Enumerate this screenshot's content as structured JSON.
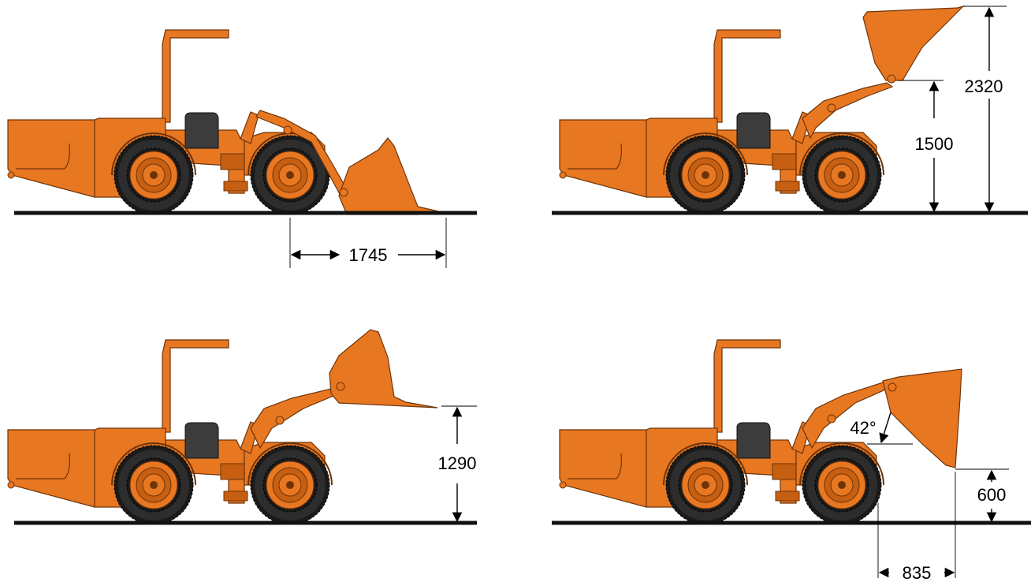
{
  "colors": {
    "body": "#e87722",
    "body_dark": "#c65f12",
    "body_light": "#f39a4c",
    "outline": "#6e3408",
    "tire": "#2d2d2d",
    "tire_tread": "#1a1a1a",
    "seat": "#3c3c3c",
    "ground": "#111111"
  },
  "panels": [
    {
      "id": "reach",
      "bucket_pose": "down",
      "dims": {
        "reach": "1745"
      }
    },
    {
      "id": "max-lift",
      "bucket_pose": "high",
      "dims": {
        "hinge_height": "1500",
        "max_height": "2320"
      }
    },
    {
      "id": "carry",
      "bucket_pose": "mid",
      "dims": {
        "bucket_height": "1290"
      }
    },
    {
      "id": "dump",
      "bucket_pose": "dump",
      "dims": {
        "dump_angle": "42°",
        "dump_height": "600",
        "dump_reach": "835"
      }
    }
  ]
}
